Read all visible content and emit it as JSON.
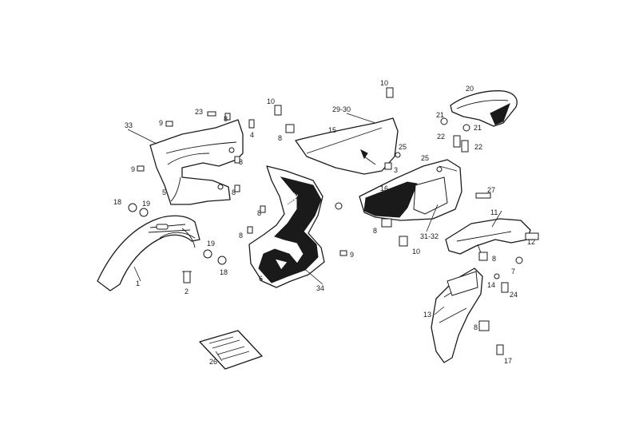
{
  "callouts": {
    "c1": "1",
    "c2": "2",
    "c3": "3",
    "c4": "4",
    "c5": "5",
    "c6": "6",
    "c7": "7",
    "c8a": "8",
    "c8b": "8",
    "c8c": "8",
    "c8d": "8",
    "c8e": "8",
    "c8f": "8",
    "c8g": "8",
    "c8h": "8",
    "c8i": "8",
    "c9a": "9",
    "c9b": "9",
    "c9c": "9",
    "c10a": "10",
    "c10b": "10",
    "c10c": "10",
    "c11": "11",
    "c12": "12",
    "c13": "13",
    "c14": "14",
    "c15": "15",
    "c16": "16",
    "c17": "17",
    "c18a": "18",
    "c18b": "18",
    "c19a": "19",
    "c19b": "19",
    "c20": "20",
    "c21a": "21",
    "c21b": "21",
    "c22a": "22",
    "c22b": "22",
    "c23": "23",
    "c24": "24",
    "c25a": "25",
    "c25b": "25",
    "c26": "26",
    "c27": "27",
    "c29_30": "29-30",
    "c31_32": "31-32",
    "c33": "33",
    "c34": "34"
  }
}
